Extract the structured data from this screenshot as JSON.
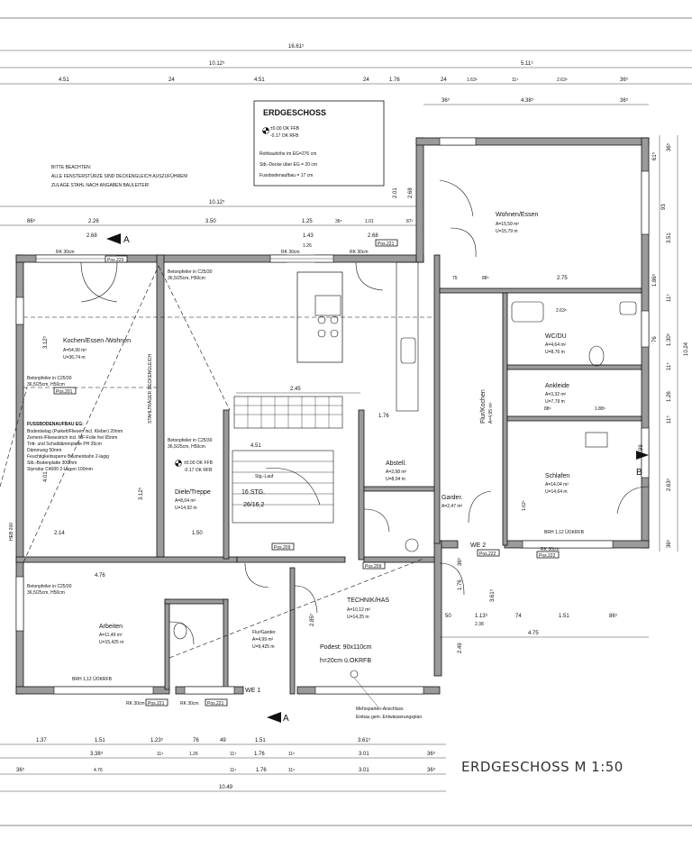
{
  "title_block": {
    "heading": "ERDGESCHOSS",
    "level_ffb": "±0.00 OK FFB",
    "level_rfb": "-0.17 OK RFB",
    "line1": "Rohbauhöhe im EG=276 cm",
    "line2": "Stb.-Decke über EG = 20 cm",
    "line3": "Fussbodenaufbau = 17 cm"
  },
  "notice": {
    "line1": "BITTE BEACHTEN:",
    "line2": "ALLE FENSTERSTÜRZE SIND DECKENGLEICH AUSZUFÜHREN!",
    "line3": "ZULAGE STAHL NACH ANGABEN BAULEITER!"
  },
  "drawing_title": "ERDGESCHOSS  M 1:50",
  "rooms": {
    "kochen": {
      "name": "Kochen/Essen /Wohnen",
      "area": "A=54,90 m²",
      "perimeter": "U=36,74 m"
    },
    "wohnen": {
      "name": "Wohnen/Essen",
      "area": "A=15,59 m²",
      "perimeter": "U=15,79 m"
    },
    "wc": {
      "name": "WC/DU",
      "area": "A=4,64 m²",
      "perimeter": "U=8,76 m"
    },
    "ankleide": {
      "name": "Ankleide",
      "area": "A=3,32 m²",
      "perimeter": "U=7,79 m"
    },
    "flur": {
      "name": "Flur/Kochen",
      "area": "A=4,95 m²"
    },
    "schlafen": {
      "name": "Schlafen",
      "area": "A=14,04 m²",
      "perimeter": "U=14,64 m"
    },
    "abstell": {
      "name": "Abstell.",
      "area": "A=3,98 m²",
      "perimeter": "U=8,04 m"
    },
    "garder": {
      "name": "Garder.",
      "area": "A=2,47 m²"
    },
    "diele": {
      "name": "Diele/Treppe",
      "area": "A=8,04 m²",
      "perimeter": "U=14,92 m"
    },
    "technik": {
      "name": "TECHNIK/HAS",
      "area": "A=10,12 m²",
      "perimeter": "U=14,25 m"
    },
    "arbeiten": {
      "name": "Arbeiten",
      "area": "A=11,49 m²",
      "perimeter": "U=15,425 m"
    },
    "flur_garder": {
      "name": "Flur/Garder.",
      "area": "A=4,99 m²",
      "perimeter": "U=9,425 m"
    }
  },
  "labels": {
    "stair": "16 STG.",
    "stair_ratio": "26/16,2",
    "stair_lauf": "Stg.-Lauf",
    "podest": "Podest: 90x110cm",
    "podest_h": "h=20cm ü.OKRFB",
    "anschluss1": "Mehrsparten-Anschluss",
    "anschluss2": "Einbau gem. Entwässerungsplan",
    "stahltraeger": "STAHLTRÄGER DECKENGLEICH",
    "we1": "WE 1",
    "we2": "WE 2",
    "section_a": "A",
    "section_b": "B",
    "heb": "HEB 200",
    "fussboden_title": "FUSSBODENAUFBAU EG:",
    "fussboden_1": "Bodenbelag (Parkett/Fliesen incl. Kleber) 20mm",
    "fussboden_2": "Zement-/Fliesestrich incl. MF-Folie frei 65mm",
    "fussboden_3": "Tritt- und Schalldämmplatte PH 35cm",
    "fussboden_4": "Dämmung 50mm",
    "fussboden_5": "Feuchtigkeitssperre Bitumenbahn 2-lagig",
    "fussboden_6": "Stb.-Bodenplatte 300mm",
    "fussboden_7": "Styrodur C4000 2-Lagen 100mm",
    "beton1": "Betonpfeiler in C25/30",
    "beton1b": "36,5/25cm, H50cm",
    "ok_ffb": "±0.00 OK FFB",
    "ok_rfb": "-0.17 OK RFB",
    "pos220": "Pos.220",
    "pos221": "Pos.221",
    "pos222": "Pos.222",
    "pos201": "Pos.201",
    "pos209": "Pos.209",
    "rk": "RK 30cm",
    "brh": "BRH 1,12 ÜOKRFB"
  },
  "dims": {
    "top_total": "16.61⁵",
    "top_left": "10.12⁵",
    "top_right": "5.11⁵",
    "r1_a": "4.51",
    "r1_b": "24",
    "r1_c": "4.51",
    "r1_d": "24",
    "r1_e": "1.76",
    "r1_f": "24",
    "r1_g": "1.63⁵",
    "r1_h": "11⁵",
    "r1_i": "2.63⁵",
    "r1_j": "36⁵",
    "r2_a": "36⁵",
    "r2_b": "4.38⁵",
    "r2_c": "36⁵",
    "mid_total": "10.12⁵",
    "m_a": "86⁵",
    "m_b": "2.26",
    "m_c": "3.50",
    "m_d": "1.25",
    "m_e": "36⁵",
    "m_f": "1.01",
    "m_g": "87⁵",
    "m2_a": "2.68",
    "m2_b": "1.43",
    "m2_c": "2.68",
    "m2_d": "1.26",
    "inner_a": "2.45",
    "inner_b": "4.51",
    "inner_c": "1.76",
    "inner_d": "2.14",
    "inner_e": "1.50",
    "inner_f": "4.76",
    "inner_g": "75",
    "inner_h": "88⁵",
    "inner_i": "2.75",
    "inner_j": "2.63⁵",
    "inner_k": "88⁵",
    "inner_l": "1.88⁵",
    "inner_m": "50",
    "inner_n": "1.13⁵",
    "inner_o": "2.38",
    "inner_p": "74",
    "inner_q": "1.51",
    "inner_r": "86⁵",
    "inner_s": "4.75",
    "b1_a": "1.37",
    "b1_b": "1.51",
    "b1_c": "1.23⁵",
    "b1_d": "76",
    "b1_e": "49",
    "b1_f": "1.51",
    "b1_g": "3.61⁵",
    "b2_a": "3.38⁵",
    "b2_b": "11⁵",
    "b2_c": "1.26",
    "b2_d": "11⁵",
    "b2_e": "1.76",
    "b2_f": "11⁵",
    "b2_g": "3.01",
    "b2_h": "36⁵",
    "b3_a": "36⁵",
    "b3_b": "4.76",
    "b3_c": "11⁵",
    "b3_d": "1.76",
    "b3_e": "11⁵",
    "b3_f": "3.01",
    "b3_g": "36⁵",
    "b_total": "10.49",
    "v_a": "36⁵",
    "v_b": "61⁵",
    "v_c": "2.01",
    "v_d": "2.68",
    "v_e": "93",
    "v_f": "3.51",
    "v_g": "1.86⁵",
    "v_h": "11⁵",
    "v_i": "76",
    "v_j": "1.30⁵",
    "v_k": "10.24",
    "v_l": "11⁵",
    "v_m": "1.26",
    "v_n": "11⁵",
    "v_o": "2.63⁵",
    "v_p": "36⁵",
    "v_q": "4.99",
    "v_r": "3.61⁵",
    "v_s": "1.76",
    "v_t": "36⁵",
    "v_u": "2.49",
    "v_v": "4.01",
    "v_w": "3.12⁵",
    "v_x": "3.12⁵",
    "v_y": "2.85⁵",
    "v_z": "1.62⁵"
  }
}
